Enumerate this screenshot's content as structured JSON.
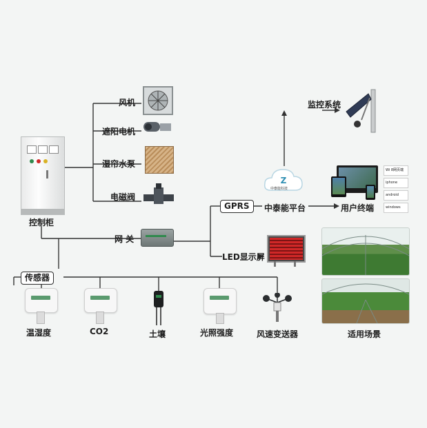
{
  "cabinet": {
    "label": "控制柜"
  },
  "actuators": [
    {
      "label": "风机",
      "icon": "fan-icon"
    },
    {
      "label": "遮阳电机",
      "icon": "motor-icon"
    },
    {
      "label": "湿帘水泵",
      "icon": "wet-curtain-icon"
    },
    {
      "label": "电磁阀",
      "icon": "solenoid-valve-icon"
    }
  ],
  "gateway": {
    "label": "网 关"
  },
  "sensor_hub": {
    "label": "传感器"
  },
  "sensors": [
    {
      "label": "温湿度"
    },
    {
      "label": "CO2"
    },
    {
      "label": "土壤"
    },
    {
      "label": "光照强度"
    },
    {
      "label": "风速变送器"
    }
  ],
  "gprs": {
    "label": "GPRS"
  },
  "platform": {
    "label": "中泰能平台",
    "cloud_text": "中泰能科技"
  },
  "monitor": {
    "label": "监控系统"
  },
  "user_terminal": {
    "label": "用户终端",
    "os_items": [
      "Wi 8网页端",
      "iphone",
      "android",
      "windows"
    ]
  },
  "led": {
    "label": "LED显示屏"
  },
  "scene": {
    "label": "适用场景"
  },
  "colors": {
    "line": "#333333",
    "accent_green": "#2f8a4c",
    "led_red": "#d02828"
  }
}
